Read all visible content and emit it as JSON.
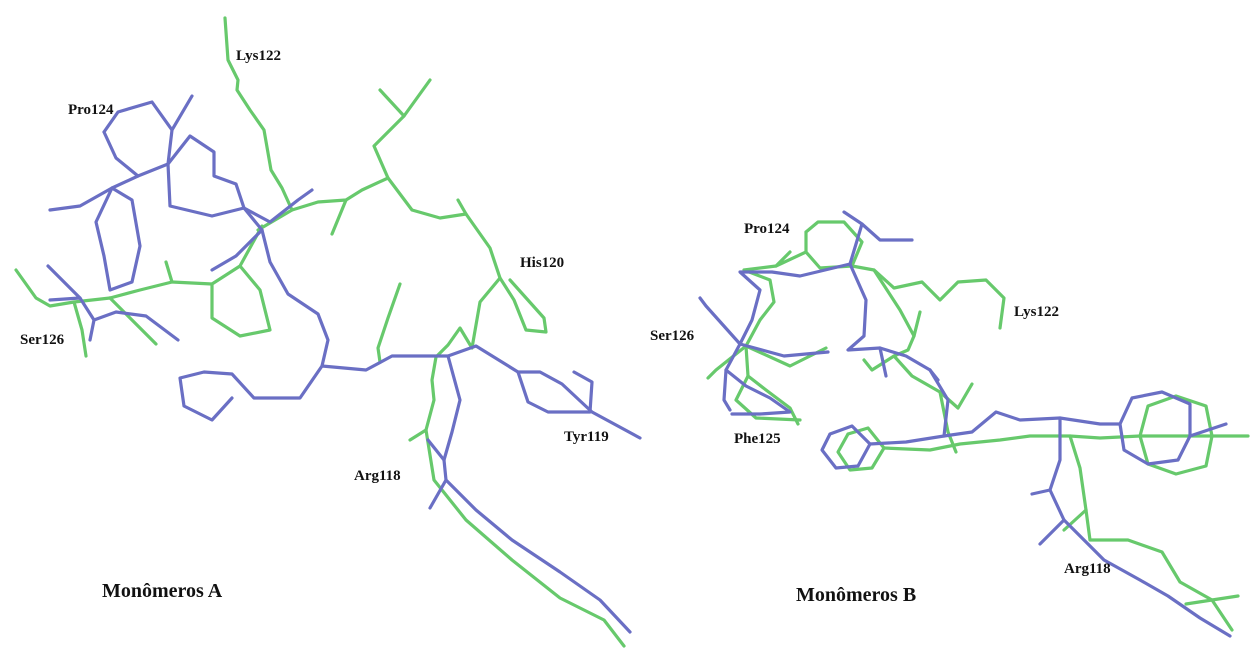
{
  "colors": {
    "blue_chain": "#6a6fc4",
    "green_chain": "#67c96c",
    "label": "#111111",
    "background": "#ffffff"
  },
  "panels": {
    "a": {
      "title": "Monômeros A",
      "residues": [
        "Lys122",
        "Pro124",
        "His120",
        "Ser126",
        "Tyr119",
        "Arg118"
      ]
    },
    "b": {
      "title": "Monômeros B",
      "residues": [
        "Pro124",
        "Lys122",
        "Ser126",
        "Phe125",
        "Arg118"
      ]
    }
  }
}
